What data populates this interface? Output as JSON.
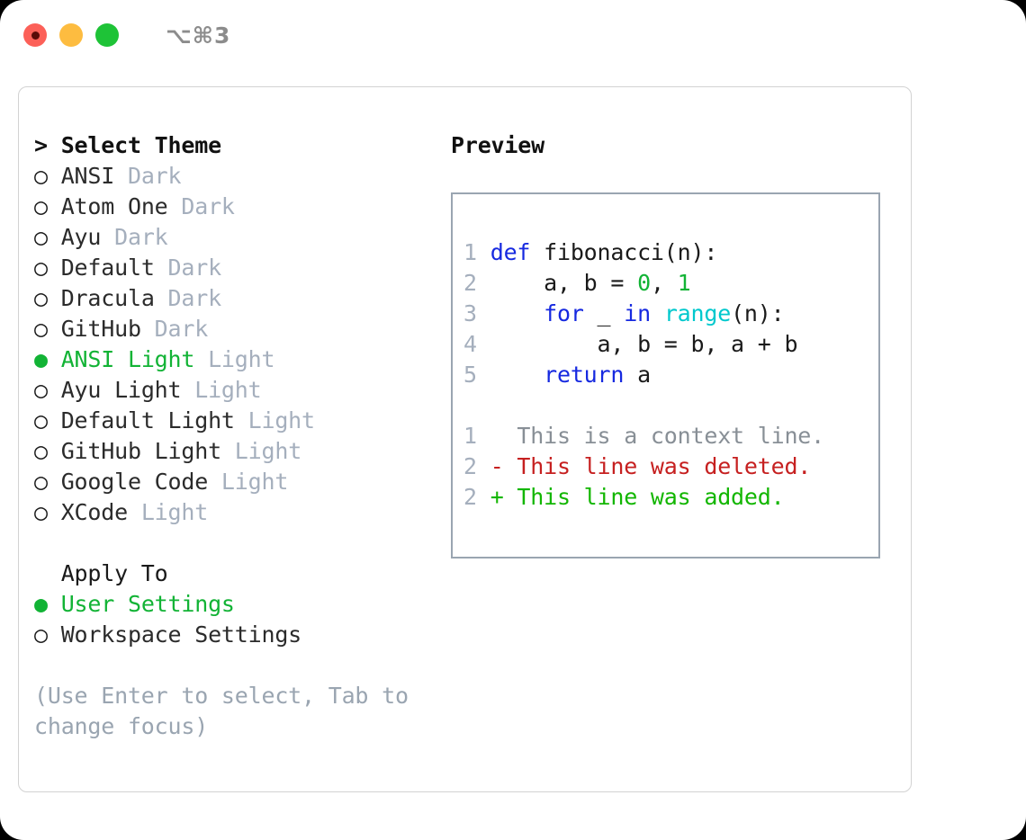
{
  "window": {
    "traffic_lights": [
      "close-red",
      "minimize-yellow",
      "maximize-green"
    ],
    "shortcut": "⌥⌘3"
  },
  "theme_section": {
    "heading": "> Select Theme",
    "options": [
      {
        "marker": "○",
        "label": "ANSI",
        "badge": "Dark",
        "selected": false
      },
      {
        "marker": "○",
        "label": "Atom One",
        "badge": "Dark",
        "selected": false
      },
      {
        "marker": "○",
        "label": "Ayu",
        "badge": "Dark",
        "selected": false
      },
      {
        "marker": "○",
        "label": "Default",
        "badge": "Dark",
        "selected": false
      },
      {
        "marker": "○",
        "label": "Dracula",
        "badge": "Dark",
        "selected": false
      },
      {
        "marker": "○",
        "label": "GitHub",
        "badge": "Dark",
        "selected": false
      },
      {
        "marker": "●",
        "label": "ANSI Light",
        "badge": "Light",
        "selected": true
      },
      {
        "marker": "○",
        "label": "Ayu Light",
        "badge": "Light",
        "selected": false
      },
      {
        "marker": "○",
        "label": "Default Light",
        "badge": "Light",
        "selected": false
      },
      {
        "marker": "○",
        "label": "GitHub Light",
        "badge": "Light",
        "selected": false
      },
      {
        "marker": "○",
        "label": "Google Code",
        "badge": "Light",
        "selected": false
      },
      {
        "marker": "○",
        "label": "XCode",
        "badge": "Light",
        "selected": false
      }
    ]
  },
  "apply_to_section": {
    "heading": "  Apply To",
    "options": [
      {
        "marker": "●",
        "label": "User Settings",
        "selected": true
      },
      {
        "marker": "○",
        "label": "Workspace Settings",
        "selected": false
      }
    ]
  },
  "hint": "(Use Enter to select, Tab to change focus)",
  "preview": {
    "title": "Preview",
    "code_lines": [
      {
        "num": "1",
        "tokens": [
          {
            "t": "def ",
            "c": "kw"
          },
          {
            "t": "fibonacci(n):",
            "c": "plain"
          }
        ]
      },
      {
        "num": "2",
        "tokens": [
          {
            "t": "    a, b = ",
            "c": "plain"
          },
          {
            "t": "0",
            "c": "num"
          },
          {
            "t": ", ",
            "c": "plain"
          },
          {
            "t": "1",
            "c": "num"
          }
        ]
      },
      {
        "num": "3",
        "tokens": [
          {
            "t": "    ",
            "c": "plain"
          },
          {
            "t": "for",
            "c": "kw"
          },
          {
            "t": " _ ",
            "c": "plain"
          },
          {
            "t": "in",
            "c": "kw"
          },
          {
            "t": " ",
            "c": "plain"
          },
          {
            "t": "range",
            "c": "fn"
          },
          {
            "t": "(n):",
            "c": "plain"
          }
        ]
      },
      {
        "num": "4",
        "tokens": [
          {
            "t": "        a, b = b, a + b",
            "c": "plain"
          }
        ]
      },
      {
        "num": "5",
        "tokens": [
          {
            "t": "    ",
            "c": "plain"
          },
          {
            "t": "return",
            "c": "kw"
          },
          {
            "t": " a",
            "c": "plain"
          }
        ]
      }
    ],
    "diff_lines": [
      {
        "num": "1",
        "sign": "  ",
        "text": "This is a context line.",
        "kind": "context"
      },
      {
        "num": "2",
        "sign": "- ",
        "text": "This line was deleted.",
        "kind": "deleted"
      },
      {
        "num": "2",
        "sign": "+ ",
        "text": "This line was added.",
        "kind": "added"
      }
    ]
  },
  "colors": {
    "accent_green": "#12b335",
    "badge_gray": "#a5afbd",
    "keyword_blue": "#1629e0",
    "function_cyan": "#00c8cd",
    "number_green": "#12b335",
    "diff_deleted": "#c62020",
    "diff_added": "#12b600",
    "hint_gray": "#9aa5b1",
    "border_gray": "#9aa5b1"
  }
}
